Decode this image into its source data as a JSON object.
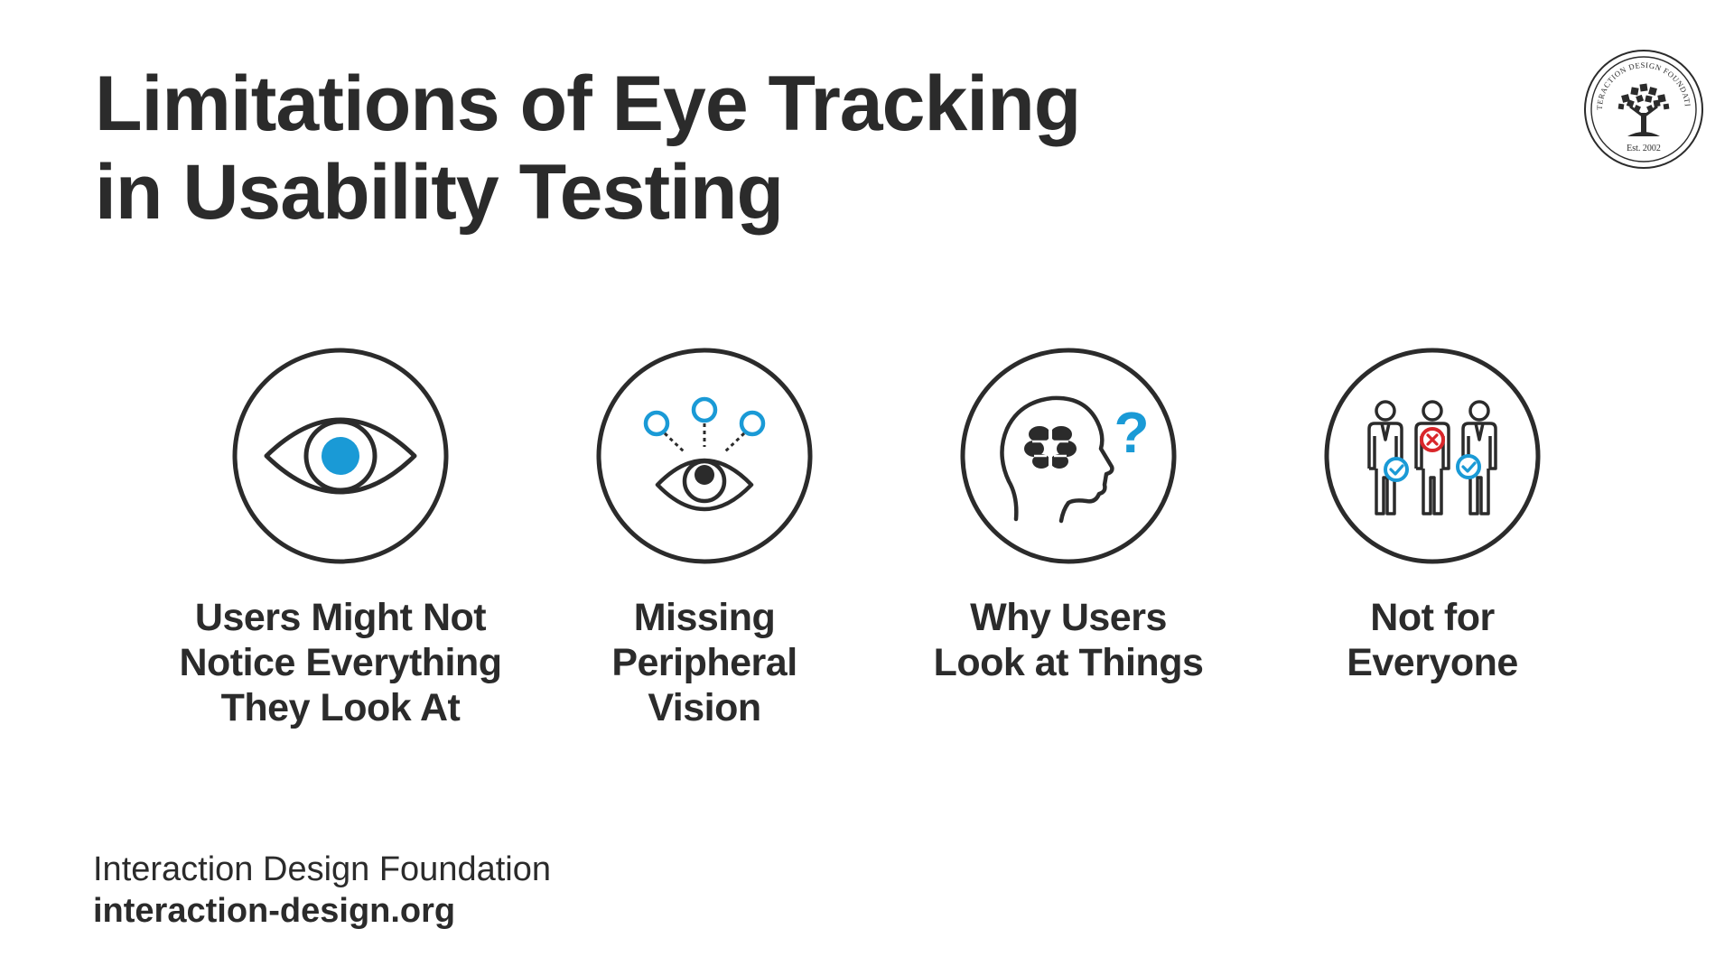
{
  "header": {
    "title_lines": [
      "Limitations of Eye Tracking",
      "in Usability Testing"
    ]
  },
  "logo": {
    "arc_text": "INTERACTION DESIGN FOUNDATION",
    "est_text": "Est. 2002"
  },
  "items": [
    {
      "icon": "eye-icon",
      "lines": [
        "Users Might Not",
        "Notice Everything",
        "They Look At"
      ]
    },
    {
      "icon": "peripheral-vision-icon",
      "lines": [
        "Missing",
        "Peripheral",
        "Vision"
      ]
    },
    {
      "icon": "head-question-icon",
      "lines": [
        "Why Users",
        "Look at Things"
      ]
    },
    {
      "icon": "people-group-icon",
      "lines": [
        "Not for",
        "Everyone"
      ]
    }
  ],
  "footer": {
    "name": "Interaction Design Foundation",
    "url": "interaction-design.org"
  },
  "colors": {
    "text": "#2b2b2b",
    "accent_blue": "#1a9ad6",
    "accent_red": "#d9262a",
    "background": "#ffffff"
  }
}
